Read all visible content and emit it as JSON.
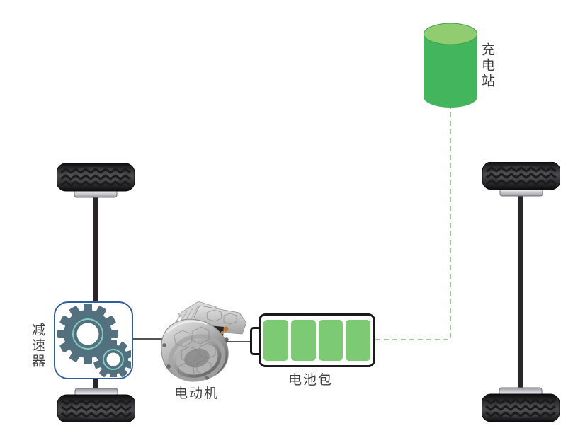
{
  "diagram": {
    "type": "ev-powertrain-diagram",
    "labels": {
      "charging_station": "充电站",
      "reducer": "减速器",
      "motor": "电动机",
      "battery_pack": "电池包"
    },
    "battery": {
      "cell_count": 4
    },
    "colors": {
      "charger_body_green": "#43b55c",
      "charger_top_green": "#92cc71",
      "charging_dash_green": "#8bc88b",
      "battery_cell_green": "#7dca75",
      "battery_outline": "#1a1a1a",
      "reducer_border_blue": "#2e5f9b",
      "gear_slate": "#53707f",
      "gear_ring_teal": "#7fccc1",
      "axle_black": "#2a2628",
      "connector_line": "#1a1a1a",
      "label_text": "#3f3f3f"
    }
  }
}
